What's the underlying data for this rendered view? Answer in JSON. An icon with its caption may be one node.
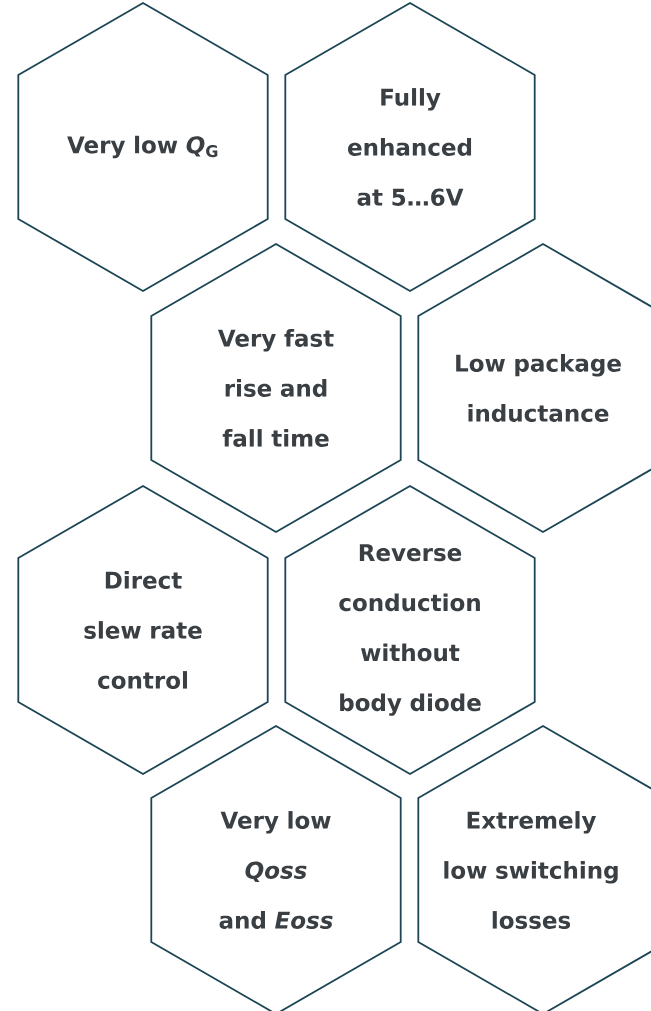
{
  "diagram": {
    "nodes": [
      {
        "text": [
          "Very low *Q*$_{G}$"
        ]
      },
      {
        "text": [
          "Fully enhanced at 5…6V"
        ]
      },
      {
        "text": [
          "Very fast rise and fall time"
        ]
      },
      {
        "text": [
          "Low package inductance"
        ]
      },
      {
        "text": [
          "Direct slew rate control"
        ]
      },
      {
        "text": [
          "Reverse conduction without body diode"
        ]
      },
      {
        "text": [
          "Very low *Qoss* and *Eoss*"
        ]
      },
      {
        "text": [
          "Extremely low switching losses"
        ]
      }
    ]
  }
}
